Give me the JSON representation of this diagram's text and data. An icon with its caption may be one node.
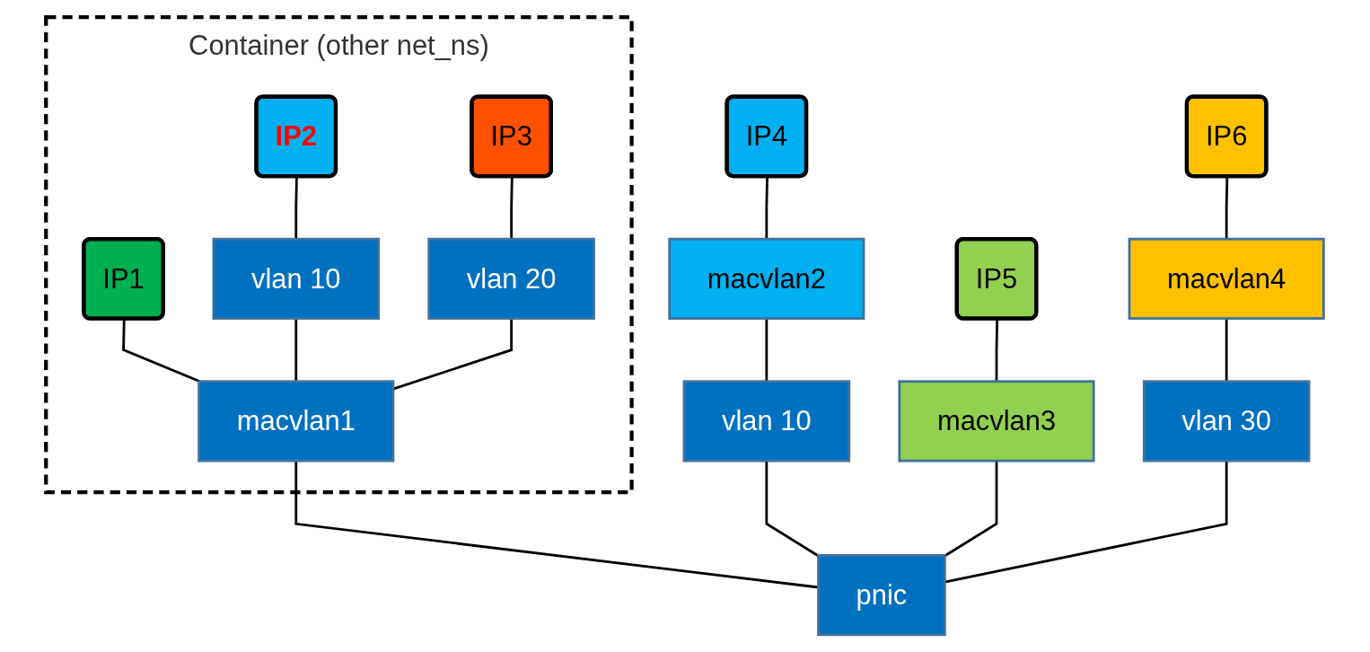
{
  "diagram": {
    "nodes": [
      {
        "text": [
          "Container (other net_ns)"
        ]
      },
      {
        "text": [
          "IP1"
        ],
        "in": 0
      },
      {
        "text": [
          "IP2"
        ],
        "in": 0
      },
      {
        "text": [
          "IP3"
        ],
        "in": 0
      },
      {
        "text": [
          "vlan 10"
        ],
        "in": 0
      },
      {
        "text": [
          "vlan 20"
        ],
        "in": 0
      },
      {
        "text": [
          "macvlan1"
        ],
        "in": 0
      },
      {
        "text": [
          "IP4"
        ]
      },
      {
        "text": [
          "IP5"
        ]
      },
      {
        "text": [
          "IP6"
        ]
      },
      {
        "text": [
          "macvlan2"
        ]
      },
      {
        "text": [
          "macvlan3"
        ]
      },
      {
        "text": [
          "macvlan4"
        ]
      },
      {
        "text": [
          "vlan 10"
        ]
      },
      {
        "text": [
          "vlan 30"
        ]
      },
      {
        "text": [
          "pnic"
        ]
      }
    ],
    "edges": [
      {
        "from": 1,
        "to": 6,
        "arrow": "none"
      },
      {
        "from": 2,
        "to": 4,
        "arrow": "none"
      },
      {
        "from": 3,
        "to": 5,
        "arrow": "none"
      },
      {
        "from": 4,
        "to": 6,
        "arrow": "none"
      },
      {
        "from": 5,
        "to": 6,
        "arrow": "none"
      },
      {
        "from": 7,
        "to": 10,
        "arrow": "none"
      },
      {
        "from": 8,
        "to": 11,
        "arrow": "none"
      },
      {
        "from": 9,
        "to": 12,
        "arrow": "none"
      },
      {
        "from": 10,
        "to": 13,
        "arrow": "none"
      },
      {
        "from": 12,
        "to": 14,
        "arrow": "none"
      },
      {
        "from": 6,
        "to": 15,
        "arrow": "none"
      },
      {
        "from": 13,
        "to": 15,
        "arrow": "none"
      },
      {
        "from": 11,
        "to": 15,
        "arrow": "none"
      },
      {
        "from": 14,
        "to": 15,
        "arrow": "none"
      }
    ]
  }
}
